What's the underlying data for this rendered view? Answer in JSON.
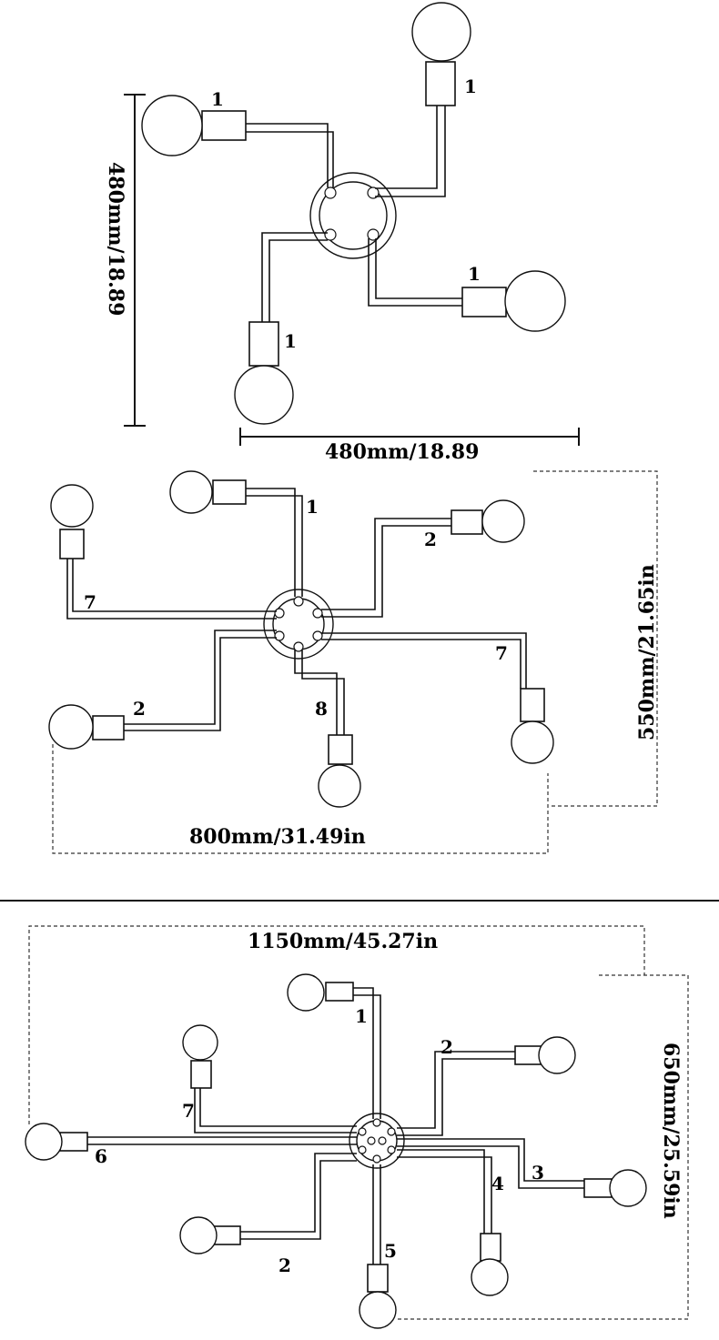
{
  "diagrams": [
    {
      "width_label": "480mm/18.89",
      "height_label": "480mm/18.89",
      "arm_labels": [
        "1",
        "1",
        "1",
        "1"
      ]
    },
    {
      "width_label": "800mm/31.49in",
      "height_label": "550mm/21.65in",
      "arm_labels": [
        "1",
        "2",
        "7",
        "2",
        "8",
        "7"
      ]
    },
    {
      "width_label": "1150mm/45.27in",
      "height_label": "650mm/25.59in",
      "arm_labels": [
        "1",
        "2",
        "7",
        "6",
        "3",
        "2",
        "5",
        "4"
      ]
    }
  ]
}
